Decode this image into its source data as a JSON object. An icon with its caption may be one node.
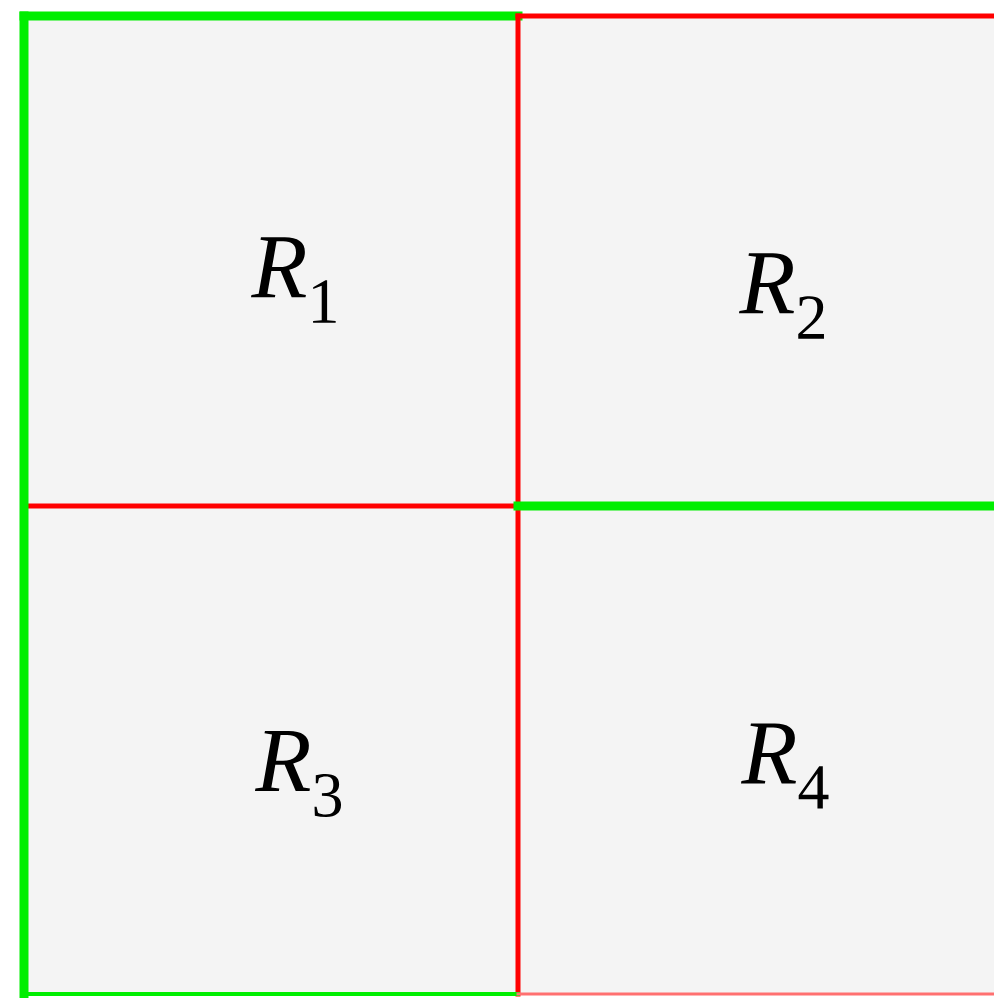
{
  "diagram": {
    "nodes": [
      {
        "text": [
          "*R*$_{1}$"
        ]
      },
      {
        "text": [
          "*R*$_{2}$"
        ]
      },
      {
        "text": [
          "*R*$_{3}$"
        ]
      },
      {
        "text": [
          "*R*$_{4}$"
        ]
      }
    ]
  }
}
